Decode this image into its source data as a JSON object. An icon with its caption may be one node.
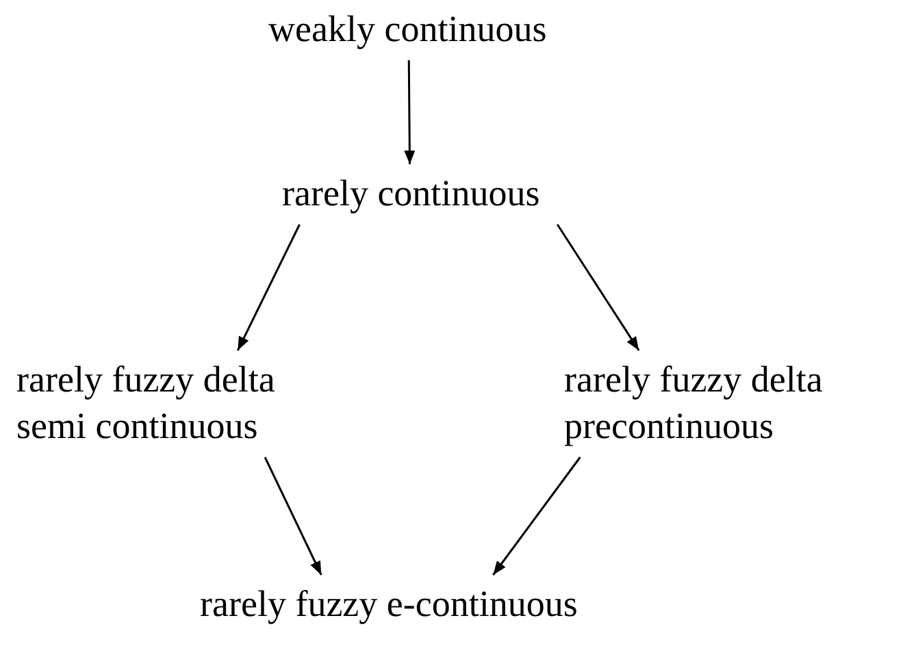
{
  "diagram": {
    "nodes": [
      {
        "text": [
          "weakly continuous"
        ]
      },
      {
        "text": [
          "rarely continuous"
        ]
      },
      {
        "text": [
          "rarely fuzzy delta semi continuous"
        ]
      },
      {
        "text": [
          "rarely fuzzy delta precontinuous"
        ]
      },
      {
        "text": [
          "rarely fuzzy e-continuous"
        ]
      }
    ],
    "edges": [
      {
        "from": 0,
        "to": 1,
        "arrow": "to"
      },
      {
        "from": 1,
        "to": 2,
        "arrow": "to"
      },
      {
        "from": 1,
        "to": 3,
        "arrow": "to"
      },
      {
        "from": 2,
        "to": 4,
        "arrow": "to"
      },
      {
        "from": 3,
        "to": 4,
        "arrow": "to"
      }
    ]
  }
}
